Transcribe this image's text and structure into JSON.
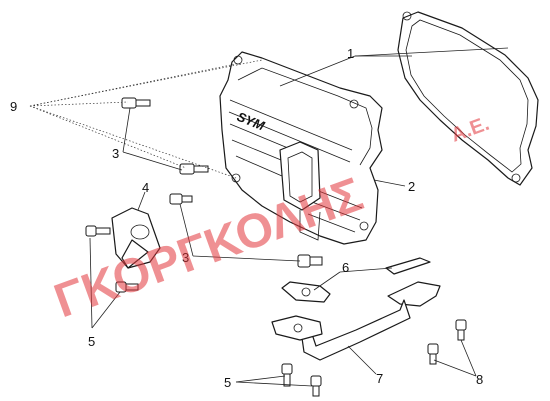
{
  "callouts": {
    "c1": "1",
    "c2": "2",
    "c3a": "3",
    "c3b": "3",
    "c4": "4",
    "c5a": "5",
    "c5b": "5",
    "c6": "6",
    "c7": "7",
    "c8": "8",
    "c9": "9"
  },
  "cover_logo": "SYM",
  "watermark": {
    "text": "ΓΚΟΡΓΚΟΛΗΣ",
    "suffix": "Α.Ε.",
    "color": "#e3373c"
  }
}
